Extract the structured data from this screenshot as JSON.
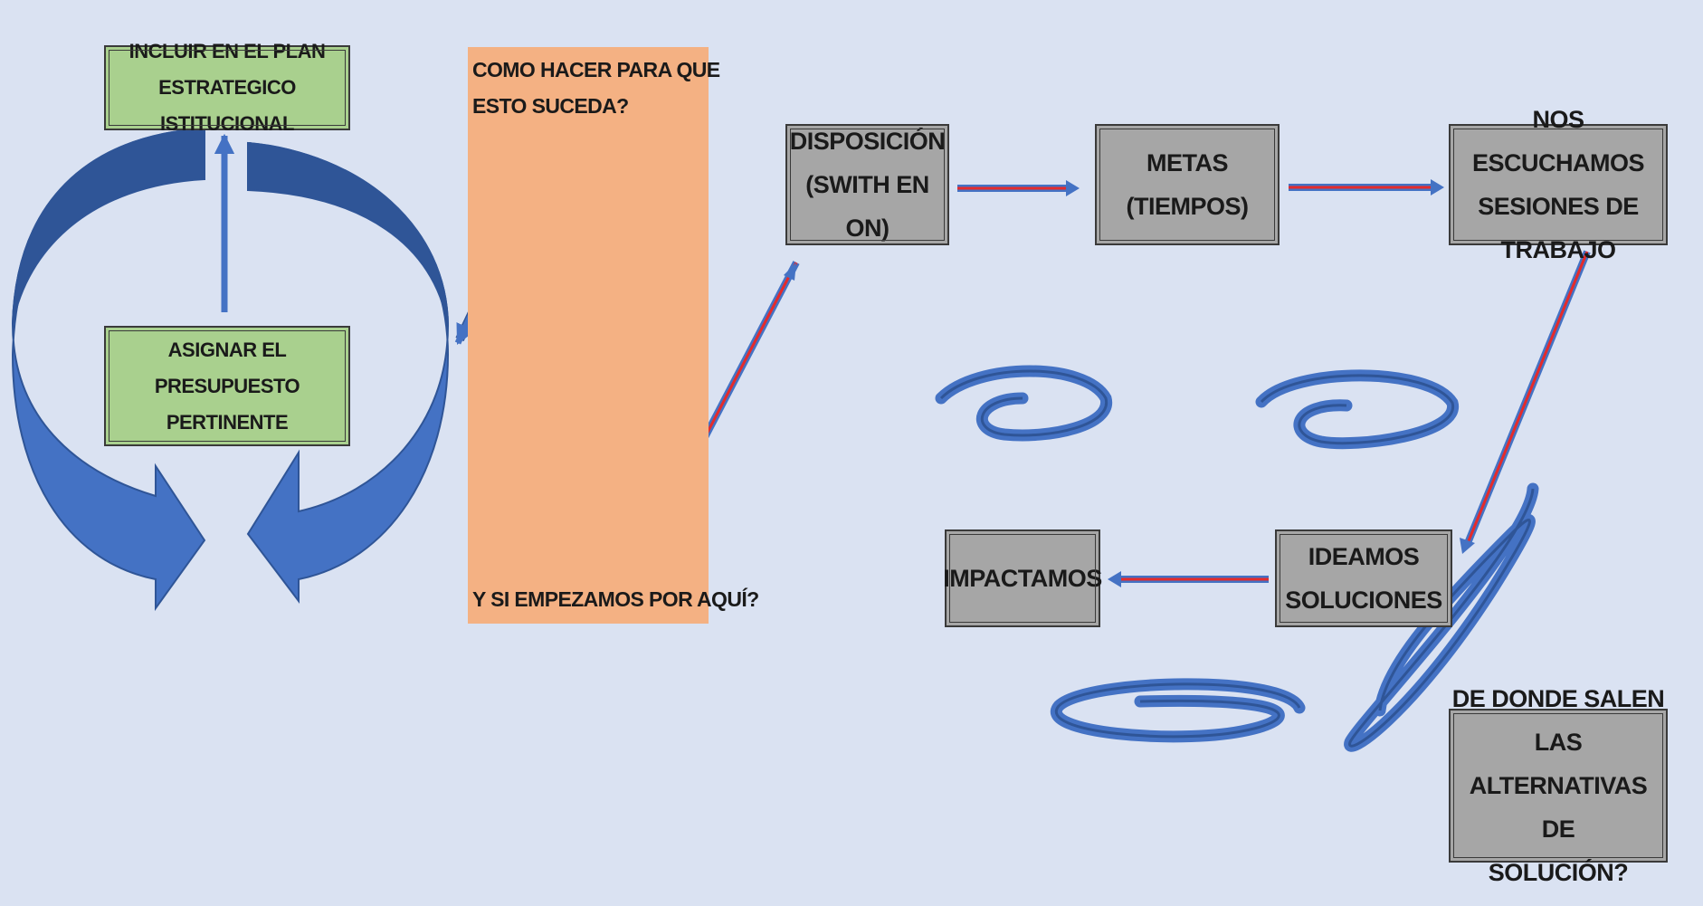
{
  "left_cycle": {
    "top_box": [
      "INCLUIR EN EL PLAN",
      "ESTRATEGICO ISTITUCIONAL"
    ],
    "bottom_box": [
      "ASIGNAR EL PRESUPUESTO",
      "PERTINENTE"
    ]
  },
  "panel": {
    "question": [
      "COMO HACER PARA QUE",
      "ESTO SUCEDA?"
    ],
    "start": "Y SI EMPEZAMOS POR AQUÍ?"
  },
  "flow": {
    "disposicion": [
      "DISPOSICIÓN",
      "(SWITH EN ON)"
    ],
    "metas": "METAS (TIEMPOS)",
    "escuchamos": [
      "NOS ESCUCHAMOS",
      "SESIONES DE TRABAJO"
    ],
    "ideamos": [
      "IDEAMOS",
      "SOLUCIONES"
    ],
    "impactamos": "IMPACTAMOS",
    "alternativas": [
      "DE DONDE SALEN LAS",
      "ALTERNATIVAS DE",
      "SOLUCIÓN?"
    ]
  },
  "colors": {
    "background": "#dae2f2",
    "green_box": "#a9d08e",
    "gray_box": "#a6a6a6",
    "orange_panel": "#f4b183",
    "blue_shape": "#4472c4",
    "dark_blue_shape": "#2f5597",
    "red_arrow": "#e52b2b"
  }
}
